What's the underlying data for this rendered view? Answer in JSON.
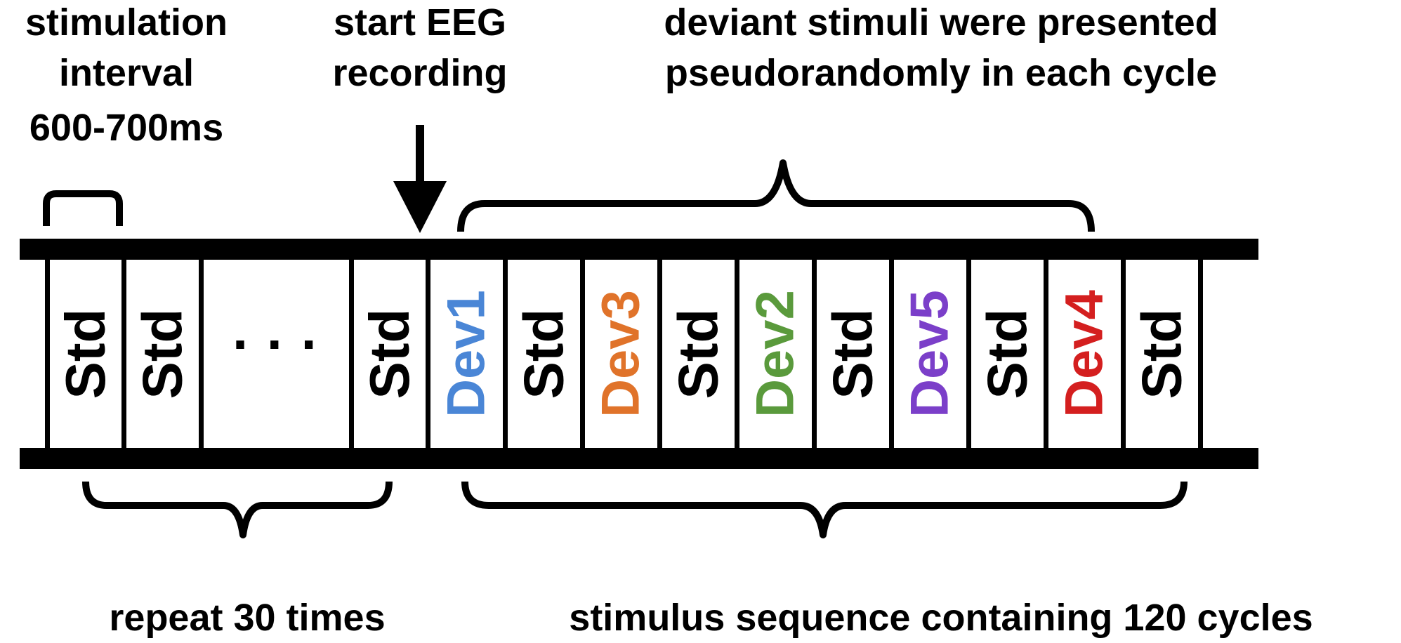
{
  "labels": {
    "interval_line1": "stimulation",
    "interval_line2": "interval",
    "interval_line3": "600-700ms",
    "eeg_line1": "start EEG",
    "eeg_line2": "recording",
    "deviant_line1": "deviant stimuli were presented",
    "deviant_line2": "pseudorandomly in each cycle",
    "repeat": "repeat 30 times",
    "sequence": "stimulus sequence containing 120 cycles"
  },
  "cells": [
    {
      "text": "Std",
      "color": "#000000"
    },
    {
      "text": "Std",
      "color": "#000000"
    },
    {
      "text": "· · ·",
      "color": "#000000"
    },
    {
      "text": "Std",
      "color": "#000000"
    },
    {
      "text": "Dev1",
      "color": "#4a86d6"
    },
    {
      "text": "Std",
      "color": "#000000"
    },
    {
      "text": "Dev3",
      "color": "#e0732a"
    },
    {
      "text": "Std",
      "color": "#000000"
    },
    {
      "text": "Dev2",
      "color": "#5a9a3c"
    },
    {
      "text": "Std",
      "color": "#000000"
    },
    {
      "text": "Dev5",
      "color": "#7b3fc9"
    },
    {
      "text": "Std",
      "color": "#000000"
    },
    {
      "text": "Dev4",
      "color": "#d41f1f"
    },
    {
      "text": "Std",
      "color": "#000000"
    }
  ]
}
